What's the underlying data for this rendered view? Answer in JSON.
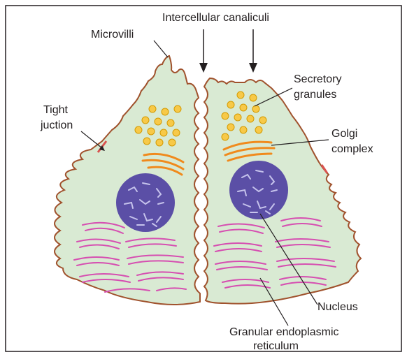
{
  "labels": {
    "intercellular_canaliculi": "Intercellular canaliculi",
    "microvilli": "Microvilli",
    "secretory_granules_1": "Secretory",
    "secretory_granules_2": "granules",
    "tight_junction_1": "Tight",
    "tight_junction_2": "juction",
    "golgi_1": "Golgi",
    "golgi_2": "complex",
    "nucleus": "Nucleus",
    "ger_1": "Granular endoplasmic",
    "ger_2": "reticulum"
  },
  "colors": {
    "cytoplasm": "#d9ead3",
    "cell_outline": "#a0522d",
    "granule_fill": "#f7c948",
    "granule_stroke": "#d49a00",
    "golgi": "#f08a1c",
    "nucleus": "#5b4fa6",
    "chromatin": "#c6c3ec",
    "er": "#d64fb1",
    "tight_junction": "#d9534f",
    "text": "#231f20"
  }
}
